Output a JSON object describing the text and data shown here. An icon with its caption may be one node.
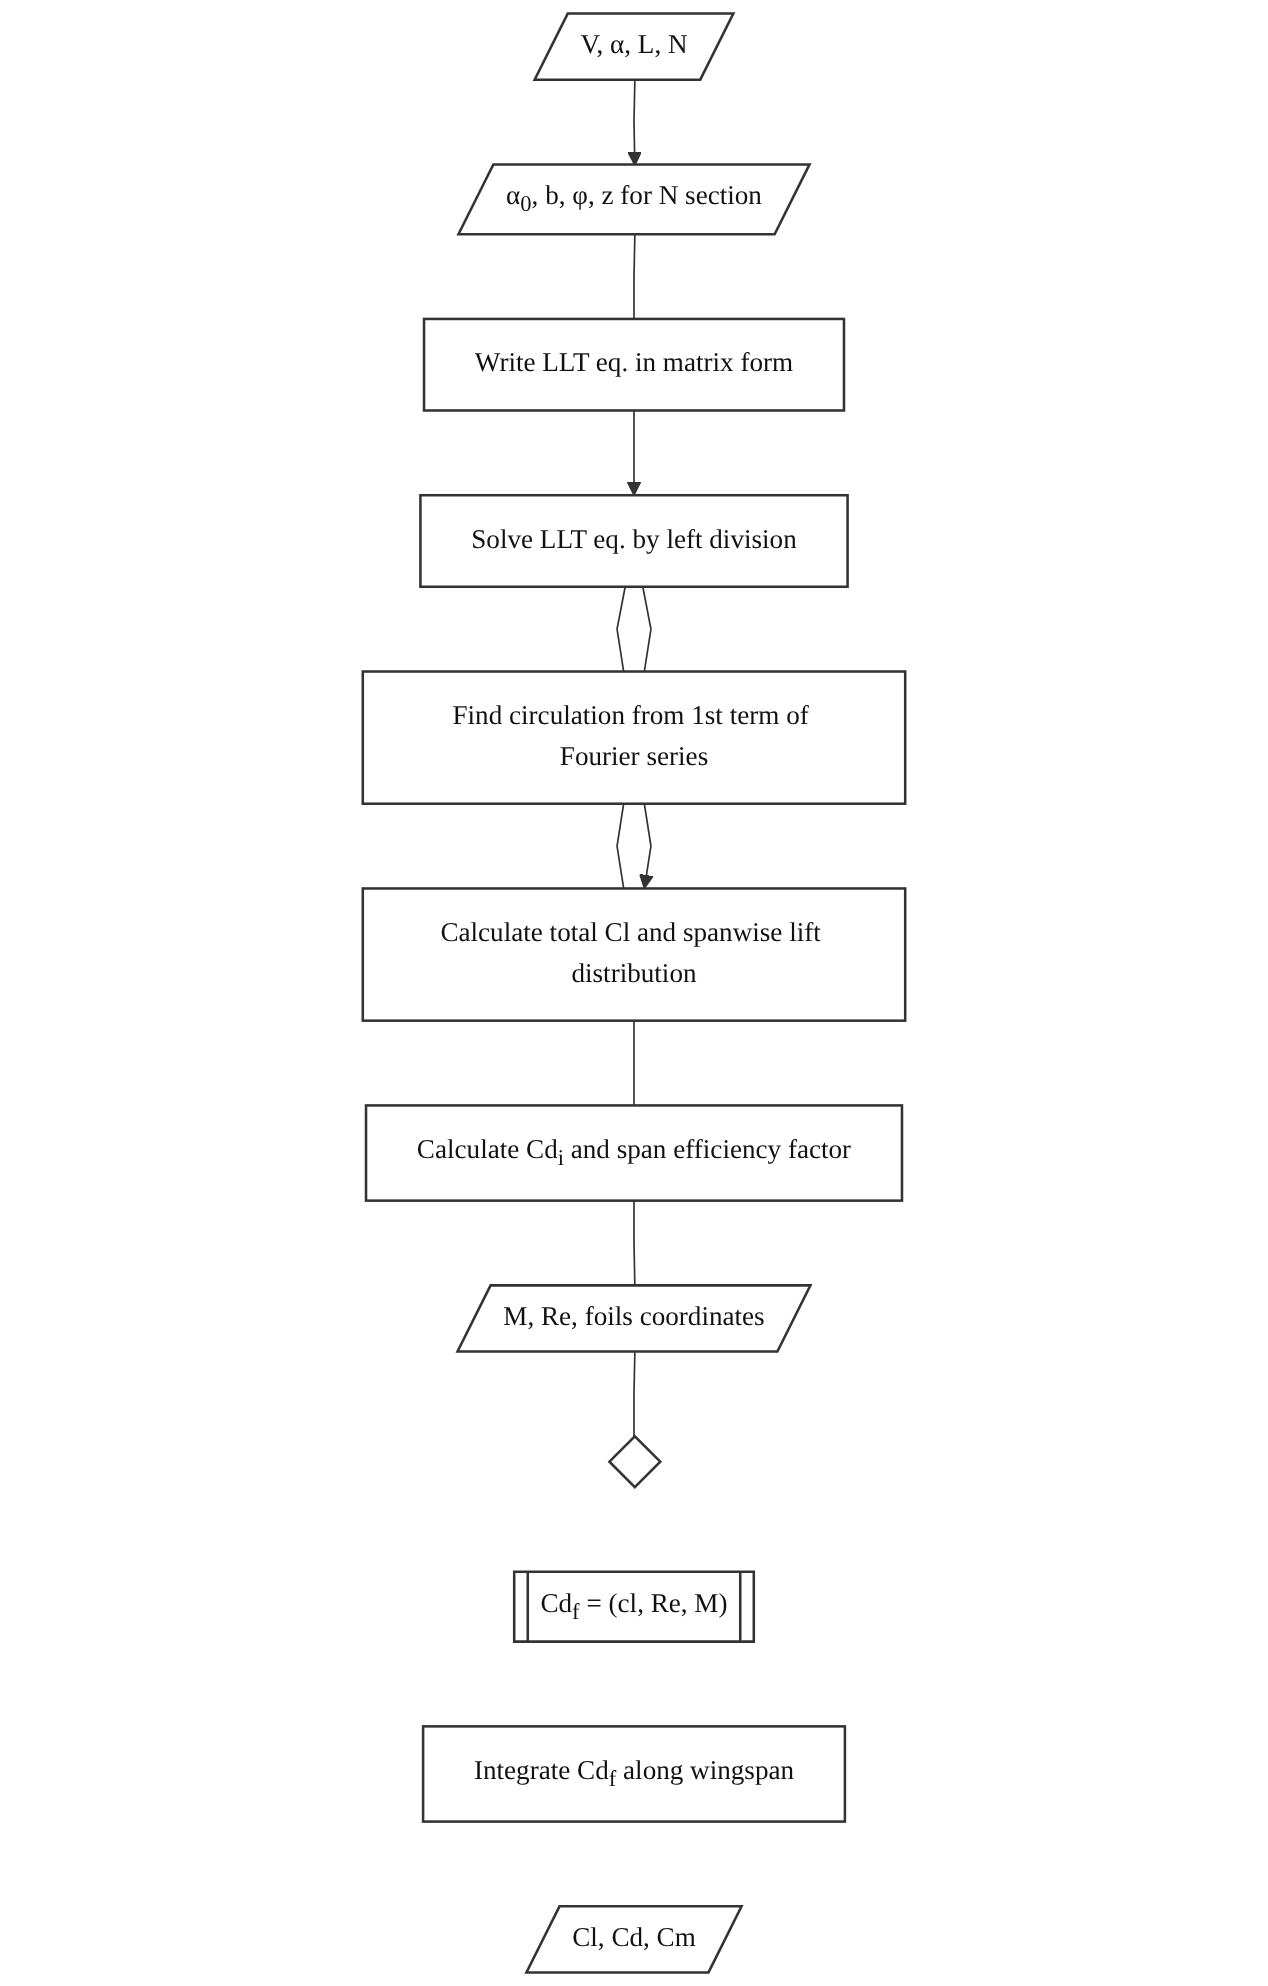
{
  "diagram": {
    "nodes": [
      {
        "text": [
          "V, α, L, N"
        ]
      },
      {
        "text": [
          "α$_{0}$, b, φ, z for N section"
        ]
      },
      {
        "text": [
          "Write LLT eq. in matrix form"
        ]
      },
      {
        "text": [
          "Solve LLT eq. by left division"
        ]
      },
      {
        "text": [
          "Find circulation from 1st term of Fourier series"
        ]
      },
      {
        "text": [
          "Calculate total Cl and spanwise lift distribution"
        ]
      },
      {
        "text": [
          "Calculate Cd$_{i}$ and span efficiency factor"
        ]
      },
      {
        "text": [
          "M, Re, foils coordinates"
        ]
      },
      {
        "text": [],
        "shape": "diamond"
      },
      {
        "text": [
          "Cd$_{f}$ = (cl, Re, M)"
        ]
      },
      {
        "text": [
          "Integrate Cd$_{f}$ along wingspan"
        ]
      },
      {
        "text": [
          "Cl, Cd, Cm"
        ]
      }
    ],
    "edges": [
      {
        "from": 0,
        "to": 1,
        "arrow": "to"
      },
      {
        "from": 1,
        "to": 2,
        "arrow": "none"
      },
      {
        "from": 2,
        "to": 3,
        "arrow": "to"
      },
      {
        "from": 3,
        "to": 4,
        "arrow": "none"
      },
      {
        "from": 3,
        "to": 4,
        "arrow": "none"
      },
      {
        "from": 4,
        "to": 5,
        "arrow": "none"
      },
      {
        "from": 4,
        "to": 5,
        "arrow": "to"
      },
      {
        "from": 5,
        "to": 6,
        "arrow": "none"
      },
      {
        "from": 6,
        "to": 7,
        "arrow": "none"
      },
      {
        "from": 7,
        "to": 8,
        "arrow": "none"
      }
    ]
  }
}
